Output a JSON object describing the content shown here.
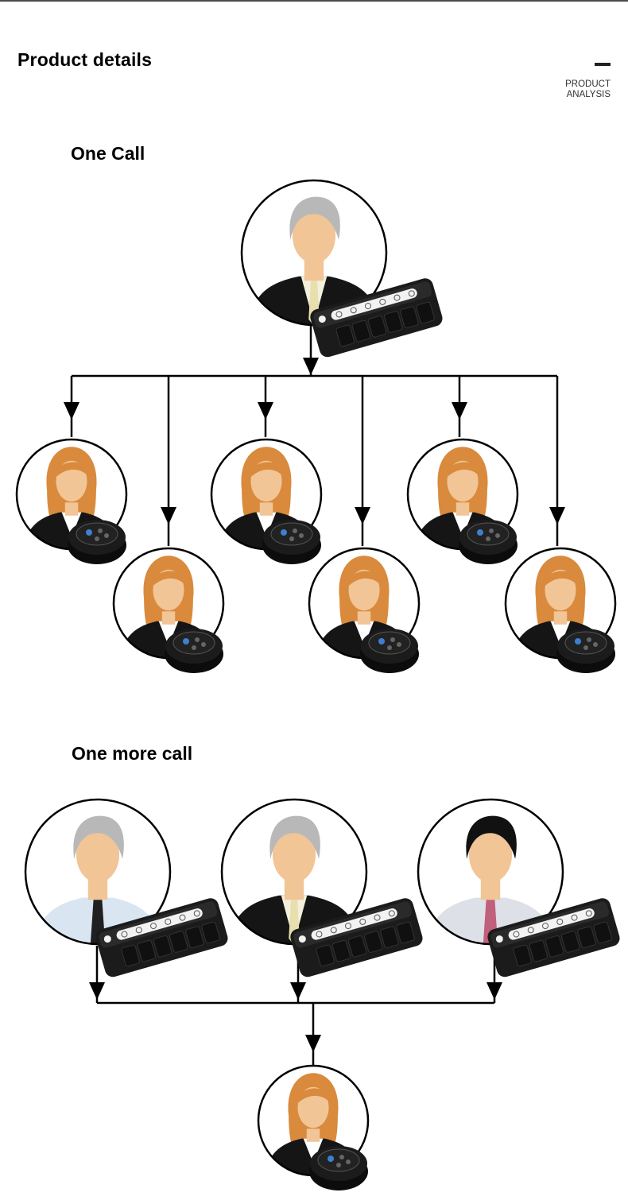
{
  "header": {
    "title": "Product details",
    "analysis_line1": "PRODUCT",
    "analysis_line2": "ANALYSIS"
  },
  "sections": {
    "one_call": {
      "title": "One Call"
    },
    "more_call": {
      "title": "One more call"
    }
  },
  "icons": {
    "transmitter": "keypad-transmitter-icon",
    "receiver": "round-pager-receiver-icon"
  },
  "colors": {
    "line": "#000000",
    "device": "#1b1b1b",
    "skin": "#f1c596",
    "hair_woman": "#d98a3c",
    "hair_grey": "#b8b8b8",
    "suit": "#151515",
    "shirt_blue": "#d9e6f2",
    "tie_pink": "#c0607a"
  }
}
